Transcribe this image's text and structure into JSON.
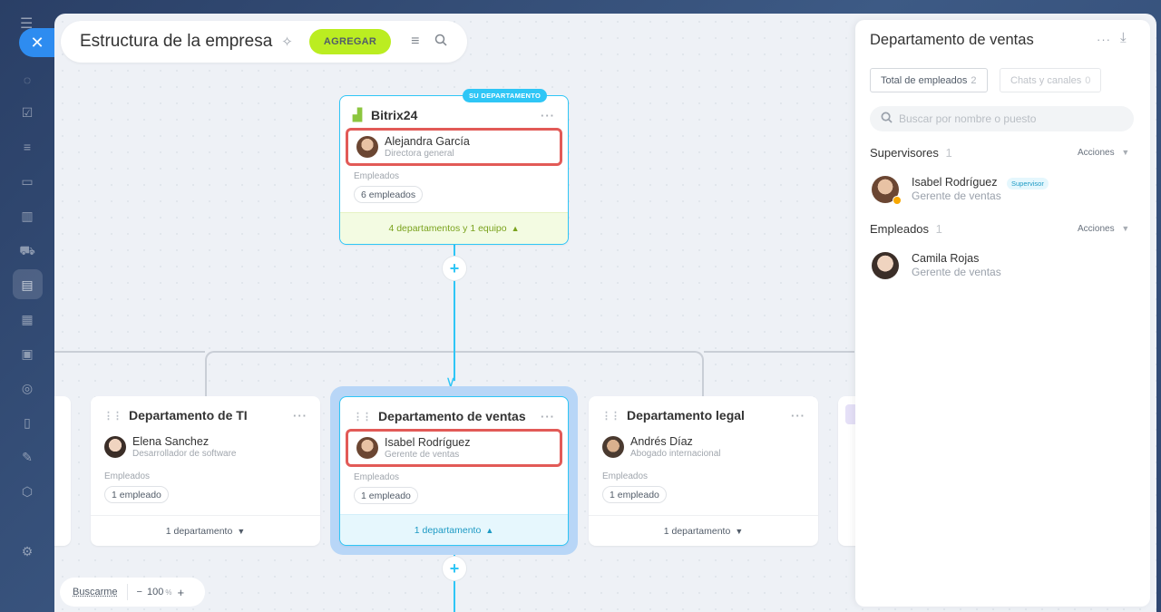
{
  "header": {
    "title": "Estructura de la empresa",
    "add_label": "AGREGAR"
  },
  "top_card": {
    "badge": "SU DEPARTAMENTO",
    "name": "Bitrix24",
    "head": {
      "name": "Alejandra García",
      "role": "Directora general"
    },
    "employees_label": "Empleados",
    "employees_count": "6 empleados",
    "footer": "4 departamentos y 1 equipo"
  },
  "departments": [
    {
      "name": "Departamento de TI",
      "head": {
        "name": "Elena Sanchez",
        "role": "Desarrollador de software"
      },
      "employees_label": "Empleados",
      "employees_count": "1 empleado",
      "footer": "1 departamento"
    },
    {
      "name": "Departamento de ventas",
      "head": {
        "name": "Isabel Rodríguez",
        "role": "Gerente de ventas"
      },
      "employees_label": "Empleados",
      "employees_count": "1 empleado",
      "footer": "1 departamento"
    },
    {
      "name": "Departamento legal",
      "head": {
        "name": "Andrés Díaz",
        "role": "Abogado internacional"
      },
      "employees_label": "Empleados",
      "employees_count": "1 empleado",
      "footer": "1 departamento"
    }
  ],
  "zoom": {
    "find_me": "Buscarme",
    "minus": "−",
    "value": "100",
    "unit": "%",
    "plus": "+"
  },
  "panel": {
    "title": "Departamento de ventas",
    "tabs": [
      {
        "label": "Total de empleados",
        "count": "2"
      },
      {
        "label": "Chats y canales",
        "count": "0"
      }
    ],
    "search_placeholder": "Buscar por nombre o puesto",
    "supervisors": {
      "title": "Supervisores",
      "count": "1",
      "action": "Acciones",
      "people": [
        {
          "name": "Isabel Rodríguez",
          "badge": "Supervisor",
          "role": "Gerente de ventas"
        }
      ]
    },
    "employees": {
      "title": "Empleados",
      "count": "1",
      "action": "Acciones",
      "people": [
        {
          "name": "Camila Rojas",
          "role": "Gerente de ventas"
        }
      ]
    }
  },
  "colors": {
    "accent": "#2fc6f6",
    "add_button": "#bbed21",
    "highlight": "#e25a57",
    "close_button": "#2e8cf0"
  }
}
